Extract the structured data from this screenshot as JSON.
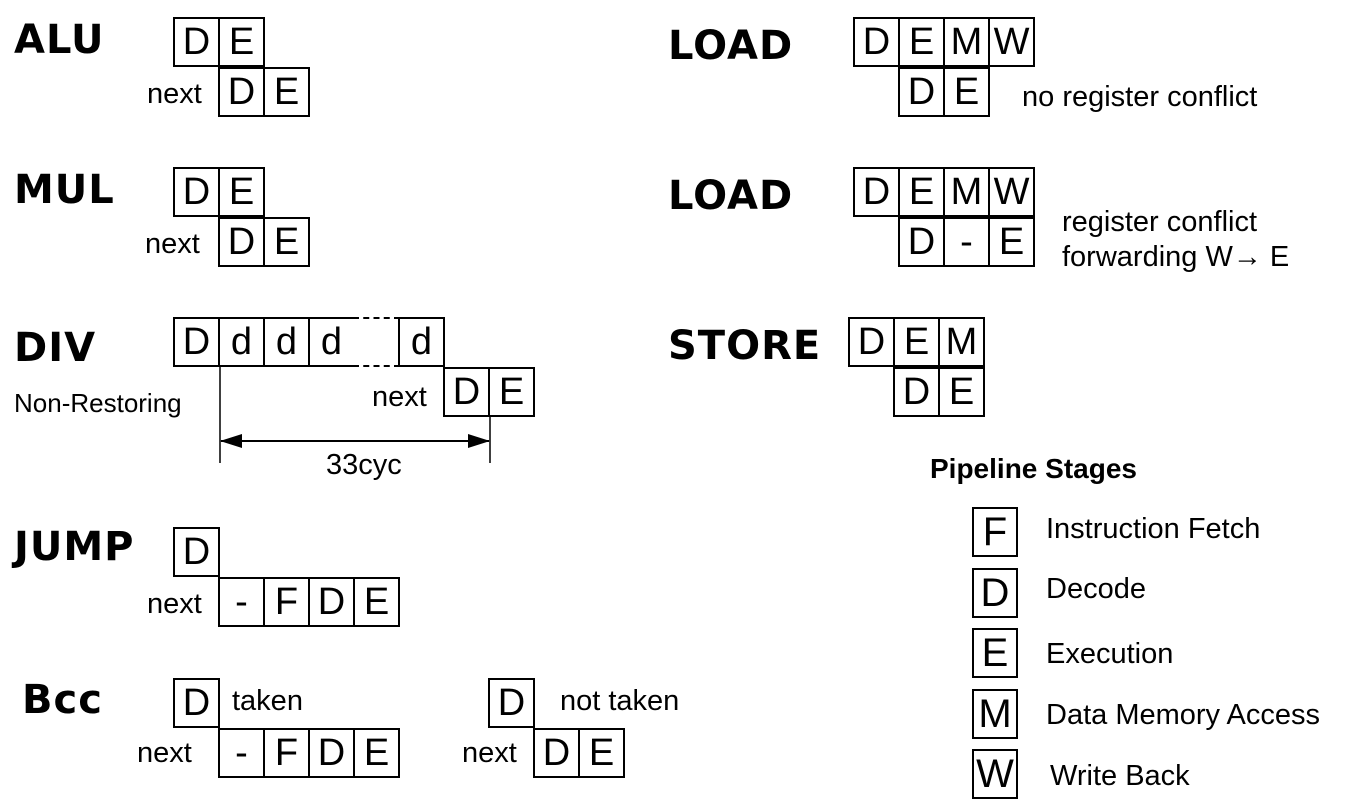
{
  "diagram": {
    "alu": {
      "op": "ALU",
      "row1": [
        "D",
        "E"
      ],
      "next_label": "next",
      "row2": [
        "D",
        "E"
      ]
    },
    "mul": {
      "op": "MUL",
      "row1": [
        "D",
        "E"
      ],
      "next_label": "next",
      "row2": [
        "D",
        "E"
      ]
    },
    "div": {
      "op": "DIV",
      "sublabel": "Non-Restoring",
      "row1": [
        "D",
        "d",
        "d",
        "d",
        "",
        "d"
      ],
      "next_label": "next",
      "row2": [
        "D",
        "E"
      ],
      "cycles": "33cyc"
    },
    "jump": {
      "op": "JUMP",
      "row1": [
        "D"
      ],
      "next_label": "next",
      "row2": [
        "-",
        "F",
        "D",
        "E"
      ]
    },
    "bcc": {
      "op": "Bcc",
      "taken": {
        "row1": [
          "D"
        ],
        "note": "taken",
        "next_label": "next",
        "row2": [
          "-",
          "F",
          "D",
          "E"
        ]
      },
      "not_taken": {
        "row1": [
          "D"
        ],
        "note": "not taken",
        "next_label": "next",
        "row2": [
          "D",
          "E"
        ]
      }
    },
    "load1": {
      "op": "LOAD",
      "row1": [
        "D",
        "E",
        "M",
        "W"
      ],
      "row2": [
        "D",
        "E"
      ],
      "note": "no register conflict"
    },
    "load2": {
      "op": "LOAD",
      "row1": [
        "D",
        "E",
        "M",
        "W"
      ],
      "row2": [
        "D",
        "-",
        "E"
      ],
      "note_line1": "register conflict",
      "note_line2": "forwarding W→ E"
    },
    "store": {
      "op": "STORE",
      "row1": [
        "D",
        "E",
        "M"
      ],
      "row2": [
        "D",
        "E"
      ]
    }
  },
  "legend": {
    "title": "Pipeline Stages",
    "items": [
      {
        "letter": "F",
        "text": "Instruction Fetch"
      },
      {
        "letter": "D",
        "text": "Decode"
      },
      {
        "letter": "E",
        "text": "Execution"
      },
      {
        "letter": "M",
        "text": "Data Memory Access"
      },
      {
        "letter": "W",
        "text": "Write Back"
      }
    ]
  }
}
